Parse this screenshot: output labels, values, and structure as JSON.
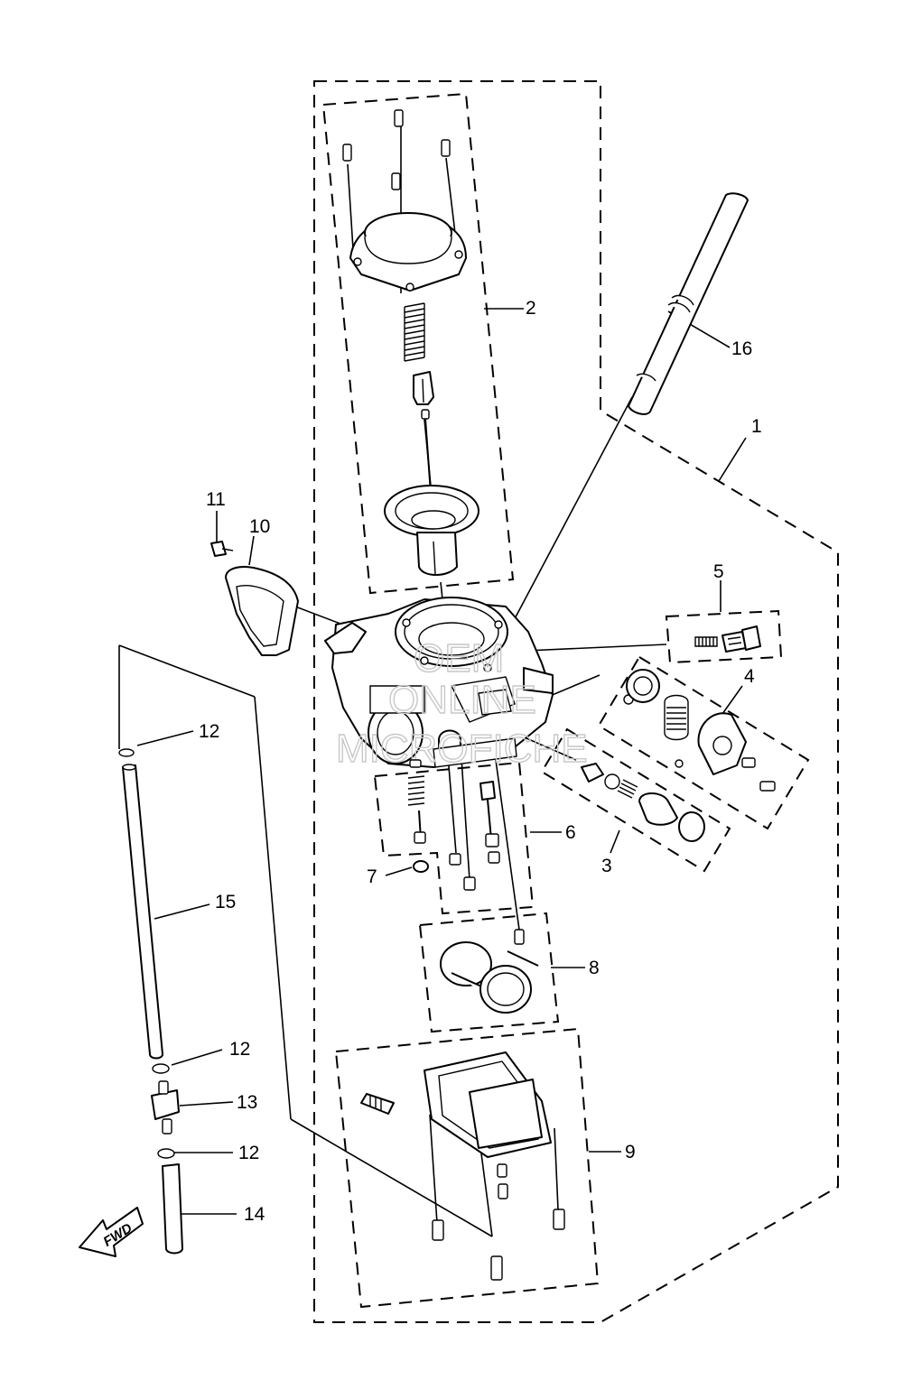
{
  "callouts": [
    {
      "id": "1",
      "label": "1"
    },
    {
      "id": "2",
      "label": "2"
    },
    {
      "id": "3",
      "label": "3"
    },
    {
      "id": "4",
      "label": "4"
    },
    {
      "id": "5",
      "label": "5"
    },
    {
      "id": "6",
      "label": "6"
    },
    {
      "id": "7",
      "label": "7"
    },
    {
      "id": "8",
      "label": "8"
    },
    {
      "id": "9",
      "label": "9"
    },
    {
      "id": "10",
      "label": "10"
    },
    {
      "id": "11",
      "label": "11"
    },
    {
      "id": "12a",
      "label": "12"
    },
    {
      "id": "12b",
      "label": "12"
    },
    {
      "id": "12c",
      "label": "12"
    },
    {
      "id": "13",
      "label": "13"
    },
    {
      "id": "14",
      "label": "14"
    },
    {
      "id": "15",
      "label": "15"
    },
    {
      "id": "16",
      "label": "16"
    }
  ],
  "watermark": {
    "line1": "OEM",
    "line2": "ONLINE",
    "line3": "MICROFICHE"
  },
  "direction_arrow": {
    "label": "FWD",
    "icon": "fwd-arrow-icon"
  }
}
